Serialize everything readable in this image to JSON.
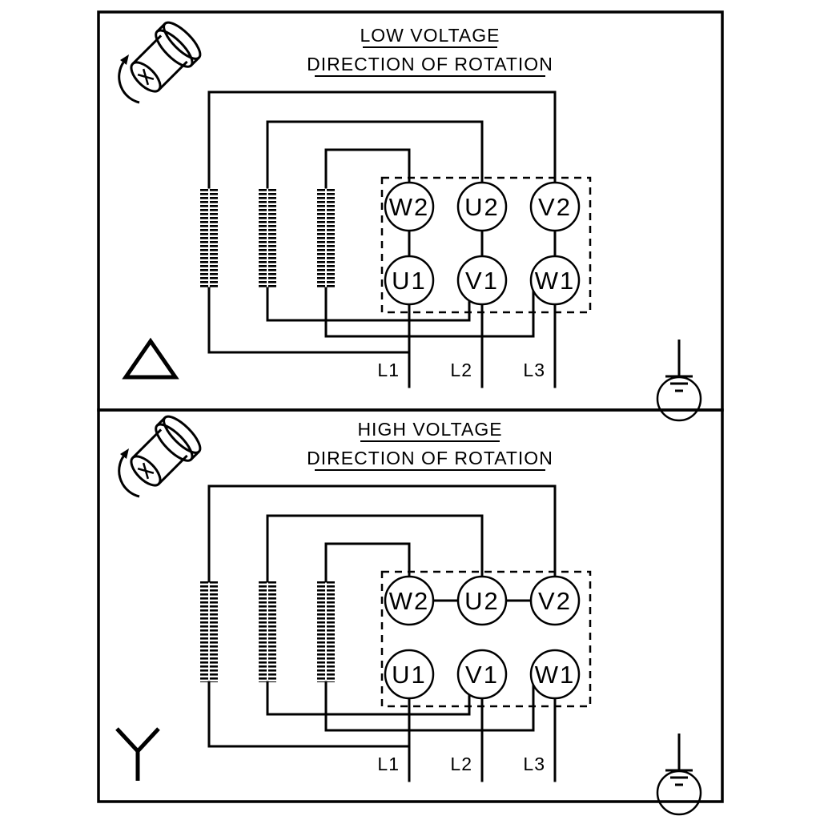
{
  "page": {
    "background": "#ffffff",
    "line_color": "#000000"
  },
  "icons": {
    "rotation": "rotation-direction-icon",
    "ground": "earth-ground-icon",
    "delta": "delta-connection-icon",
    "star": "star-connection-icon"
  },
  "diagram": {
    "panels": [
      {
        "id": "low-voltage",
        "title": "LOW VOLTAGE",
        "subtitle": "DIRECTION OF ROTATION",
        "connection_symbol": "delta",
        "terminals_top": [
          "W2",
          "U2",
          "V2"
        ],
        "terminals_bottom": [
          "U1",
          "V1",
          "W1"
        ],
        "supply_lines": [
          "L1",
          "L2",
          "L3"
        ]
      },
      {
        "id": "high-voltage",
        "title": "HIGH VOLTAGE",
        "subtitle": "DIRECTION OF ROTATION",
        "connection_symbol": "star",
        "terminals_top": [
          "W2",
          "U2",
          "V2"
        ],
        "terminals_bottom": [
          "U1",
          "V1",
          "W1"
        ],
        "supply_lines": [
          "L1",
          "L2",
          "L3"
        ]
      }
    ]
  }
}
